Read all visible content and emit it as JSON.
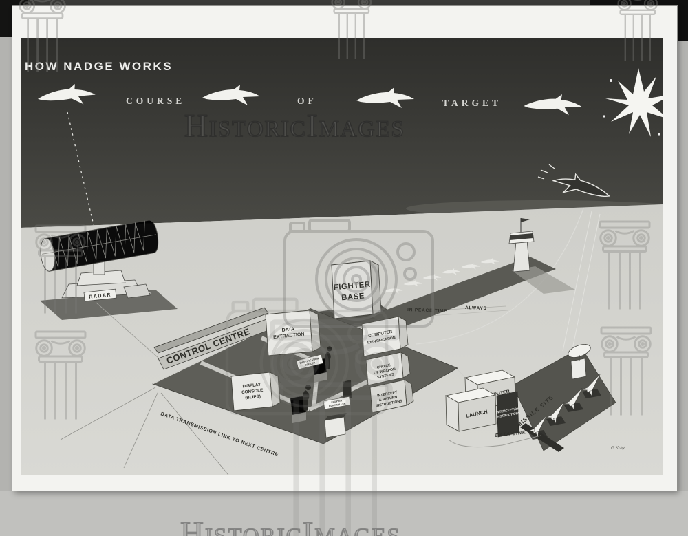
{
  "headline": {
    "title": "HOW NADGE WORKS",
    "course": [
      "COURSE",
      "OF",
      "TARGET"
    ]
  },
  "watermark": {
    "brand": "HistoricImages",
    "brand_bottom": "HistoricImages"
  },
  "colors": {
    "sky": "#3a3a36",
    "ground": "#c9c9c5",
    "platform": "#5e5e58",
    "paper": "#f3f3f0"
  },
  "labels": {
    "radar": "RADAR",
    "fighter_base": [
      "FIGHTER",
      "BASE"
    ],
    "control_centre": "CONTROL CENTRE",
    "data_extraction": [
      "DATA",
      "EXTRACTION"
    ],
    "display_console": [
      "DISPLAY",
      "CONSOLE",
      "(BLIPS)"
    ],
    "computer_identification": [
      "COMPUTER",
      "IDENTIFICATION"
    ],
    "choice_of_weapon": [
      "CHOICE",
      "OF WEAPON",
      "SYSTEMS"
    ],
    "intercept_return": [
      "INTERCEPT",
      "& RETURN",
      "INSTRUCTIONS"
    ],
    "identification_officer": [
      "IDENTIFICATION",
      "OFFICER"
    ],
    "fighter_controller": [
      "FIGHTER",
      "CONTROLLER"
    ],
    "in_peace_time": "IN PEACE TIME",
    "always": "ALWAYS",
    "data_transmission": "DATA TRANSMISSION LINK TO NEXT CENTRE",
    "missile_site": "MISSILE SITE",
    "computer": "COMPUTER",
    "launch": "LAUNCH",
    "interception_instructions": [
      "INTERCEPTION",
      "INSTRUCTIONS"
    ],
    "data_link": "DATA LINK",
    "signature": "G.Kray"
  }
}
